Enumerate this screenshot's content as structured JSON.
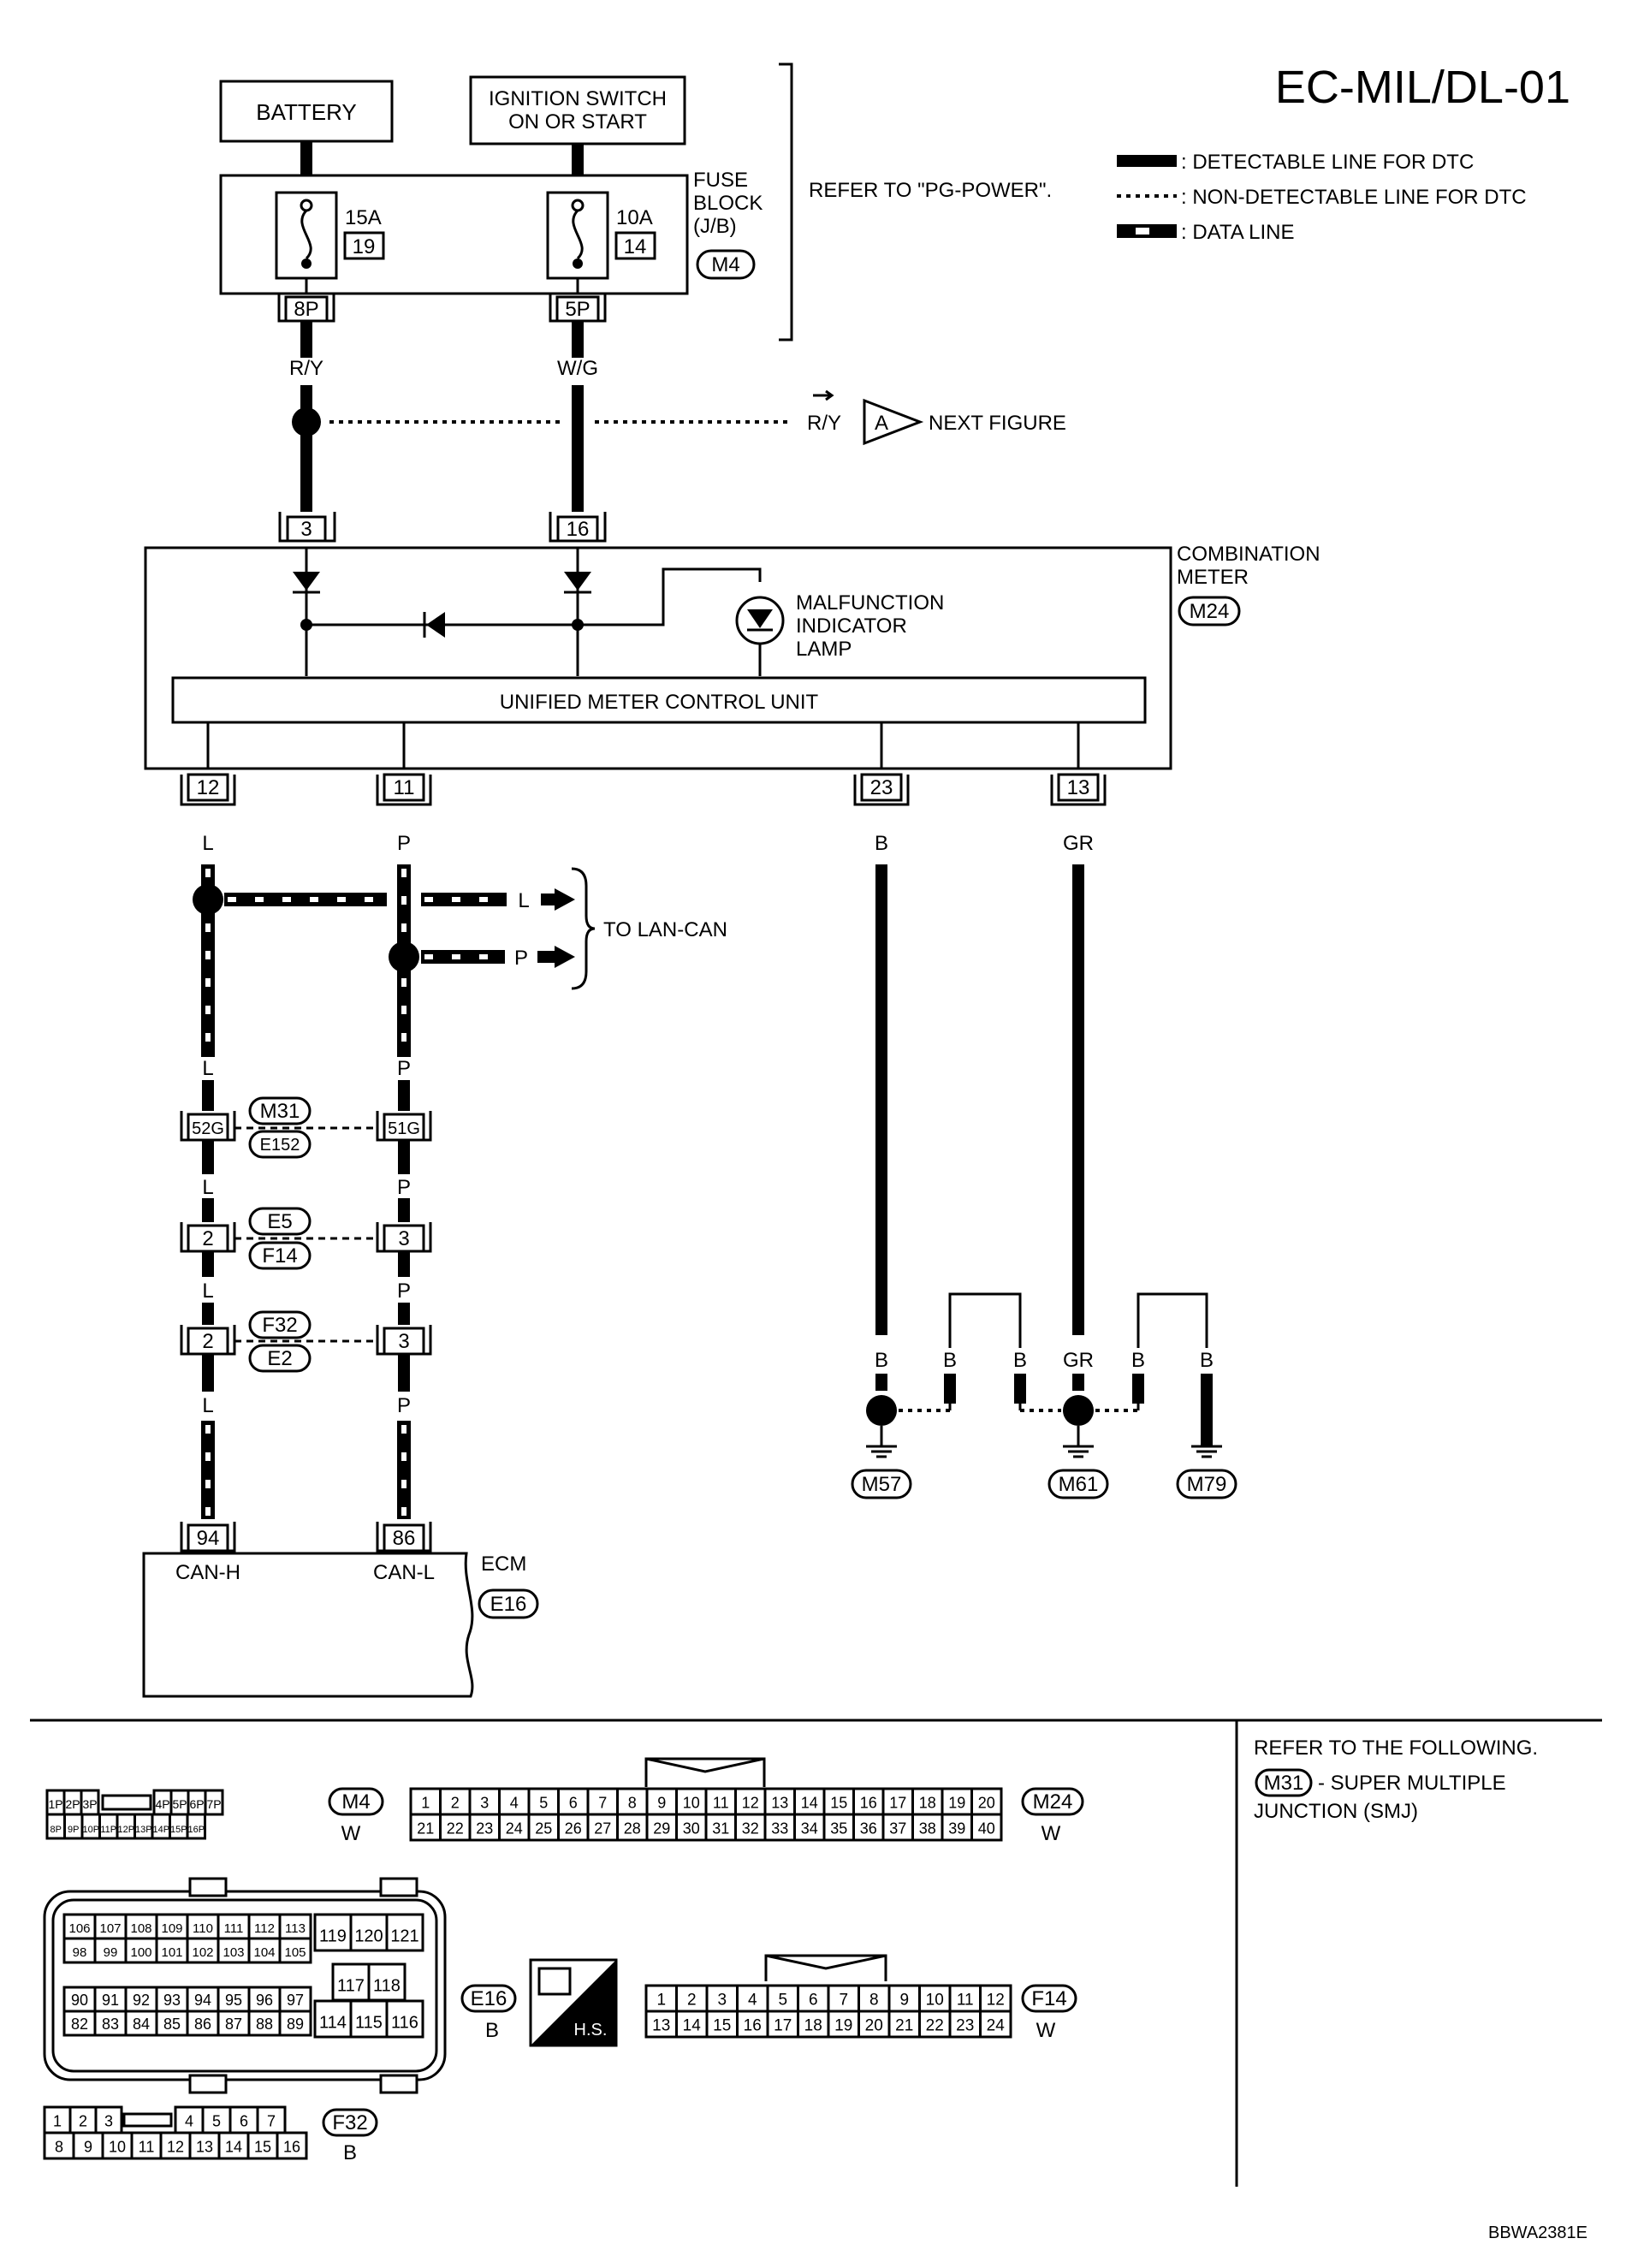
{
  "title": "EC-MIL/DL-01",
  "footer_code": "BBWA2381E",
  "refer_pg": "REFER TO \"PG-POWER\".",
  "legend": {
    "detectable": ": DETECTABLE LINE FOR DTC",
    "non_detectable": ": NON-DETECTABLE LINE FOR DTC",
    "data_line": ": DATA LINE"
  },
  "battery": "BATTERY",
  "ignition": [
    "IGNITION SWITCH",
    "ON OR START"
  ],
  "fuse_block": {
    "label": [
      "FUSE",
      "BLOCK",
      "(J/B)"
    ],
    "connector": "M4",
    "fuse1": {
      "amp": "15A",
      "num": "19",
      "pin": "8P",
      "wire": "R/Y"
    },
    "fuse2": {
      "amp": "10A",
      "num": "14",
      "pin": "5P",
      "wire": "W/G"
    }
  },
  "next_figure": {
    "wire": "R/Y",
    "letter": "A",
    "text": "NEXT FIGURE"
  },
  "combination_meter": {
    "label": [
      "COMBINATION",
      "METER"
    ],
    "connector": "M24",
    "pin_in1": "3",
    "pin_in2": "16",
    "mil": [
      "MALFUNCTION",
      "INDICATOR",
      "LAMP"
    ],
    "control_unit": "UNIFIED METER CONTROL UNIT",
    "pins_out": [
      "12",
      "11",
      "23",
      "13"
    ],
    "wires_out": [
      "L",
      "P",
      "B",
      "GR"
    ]
  },
  "lan_can": {
    "text": "TO LAN-CAN",
    "wire_l": "L",
    "wire_p": "P"
  },
  "wires": {
    "l": "L",
    "p": "P",
    "b": "B",
    "gr": "GR"
  },
  "joints": [
    {
      "conn_a": "M31",
      "conn_b": "E152",
      "pin_l": "52G",
      "pin_p": "51G"
    },
    {
      "conn_a": "E5",
      "conn_b": "F14",
      "pin_l": "2",
      "pin_p": "3"
    },
    {
      "conn_a": "F32",
      "conn_b": "E2",
      "pin_l": "2",
      "pin_p": "3"
    }
  ],
  "ecm": {
    "label": "ECM",
    "connector": "E16",
    "pin_h": "94",
    "pin_l": "86",
    "can_h": "CAN-H",
    "can_l": "CAN-L"
  },
  "grounds": [
    "M57",
    "M61",
    "M79"
  ],
  "refer_following": {
    "line1": "REFER TO THE FOLLOWING.",
    "conn": "M31",
    "line2": "- SUPER MULTIPLE",
    "line3": "JUNCTION (SMJ)"
  },
  "connectors": {
    "m4": {
      "name": "M4",
      "color": "W",
      "row1a": [
        "1P",
        "2P",
        "3P"
      ],
      "row1b": [
        "4P",
        "5P",
        "6P",
        "7P"
      ],
      "row2": [
        "8P",
        "9P",
        "10P",
        "11P",
        "12P",
        "13P",
        "14P",
        "15P",
        "16P"
      ]
    },
    "m24": {
      "name": "M24",
      "color": "W",
      "row1": [
        "1",
        "2",
        "3",
        "4",
        "5",
        "6",
        "7",
        "8",
        "9",
        "10",
        "11",
        "12",
        "13",
        "14",
        "15",
        "16",
        "17",
        "18",
        "19",
        "20"
      ],
      "row2": [
        "21",
        "22",
        "23",
        "24",
        "25",
        "26",
        "27",
        "28",
        "29",
        "30",
        "31",
        "32",
        "33",
        "34",
        "35",
        "36",
        "37",
        "38",
        "39",
        "40"
      ]
    },
    "e16": {
      "name": "E16",
      "color": "B",
      "r1": [
        "106",
        "107",
        "108",
        "109",
        "110",
        "111",
        "112",
        "113"
      ],
      "r2": [
        "98",
        "99",
        "100",
        "101",
        "102",
        "103",
        "104",
        "105"
      ],
      "r3": [
        "90",
        "91",
        "92",
        "93",
        "94",
        "95",
        "96",
        "97"
      ],
      "r4": [
        "82",
        "83",
        "84",
        "85",
        "86",
        "87",
        "88",
        "89"
      ],
      "b1": [
        "119",
        "120",
        "121"
      ],
      "b2": [
        "117",
        "118"
      ],
      "b3": [
        "114",
        "115",
        "116"
      ]
    },
    "hs": "H.S.",
    "f14": {
      "name": "F14",
      "color": "W",
      "row1": [
        "1",
        "2",
        "3",
        "4",
        "5",
        "6",
        "7",
        "8",
        "9",
        "10",
        "11",
        "12"
      ],
      "row2": [
        "13",
        "14",
        "15",
        "16",
        "17",
        "18",
        "19",
        "20",
        "21",
        "22",
        "23",
        "24"
      ]
    },
    "f32": {
      "name": "F32",
      "color": "B",
      "row1a": [
        "1",
        "2",
        "3"
      ],
      "row1b": [
        "4",
        "5",
        "6",
        "7"
      ],
      "row2": [
        "8",
        "9",
        "10",
        "11",
        "12",
        "13",
        "14",
        "15",
        "16"
      ]
    }
  }
}
